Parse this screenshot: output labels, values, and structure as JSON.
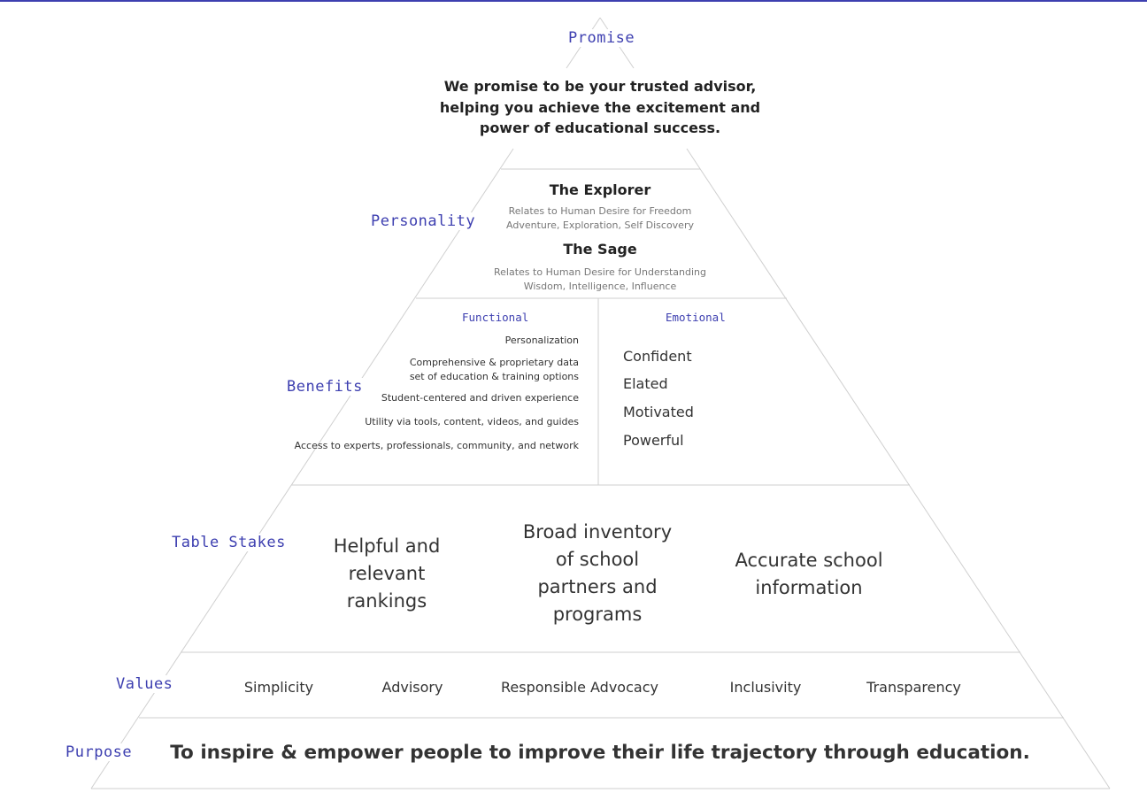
{
  "layers": {
    "promise": {
      "label": "Promise",
      "lines": [
        "We promise to be your trusted advisor,",
        "helping you achieve the excitement and",
        "power of educational success."
      ]
    },
    "personality": {
      "label": "Personality",
      "archetypes": [
        {
          "name": "The Explorer",
          "lines": [
            "Relates to Human Desire for Freedom",
            "Adventure, Exploration, Self Discovery"
          ]
        },
        {
          "name": "The Sage",
          "lines": [
            "Relates to Human Desire for Understanding",
            "Wisdom, Intelligence, Influence"
          ]
        }
      ]
    },
    "benefits": {
      "label": "Benefits",
      "functional": {
        "heading": "Functional",
        "items": [
          "Personalization",
          "Comprehensive & proprietary data",
          "set of education & training options",
          "Student-centered and driven experience",
          "Utility via tools, content, videos, and guides",
          "Access to experts, professionals, community, and network"
        ]
      },
      "emotional": {
        "heading": "Emotional",
        "items": [
          "Confident",
          "Elated",
          "Motivated",
          "Powerful"
        ]
      }
    },
    "table_stakes": {
      "label": "Table Stakes",
      "items": [
        [
          "Helpful and",
          "relevant",
          "rankings"
        ],
        [
          "Broad inventory",
          "of school",
          "partners and",
          "programs"
        ],
        [
          "Accurate school",
          "information"
        ]
      ]
    },
    "values": {
      "label": "Values",
      "items": [
        "Simplicity",
        "Advisory",
        "Responsible Advocacy",
        "Inclusivity",
        "Transparency"
      ]
    },
    "purpose": {
      "label": "Purpose",
      "statement": "To inspire & empower people to improve their life trajectory through education."
    }
  },
  "colors": {
    "accent": "#3d3fb0",
    "line": "#cfcfcf",
    "text": "#222222",
    "muted": "#777777"
  }
}
